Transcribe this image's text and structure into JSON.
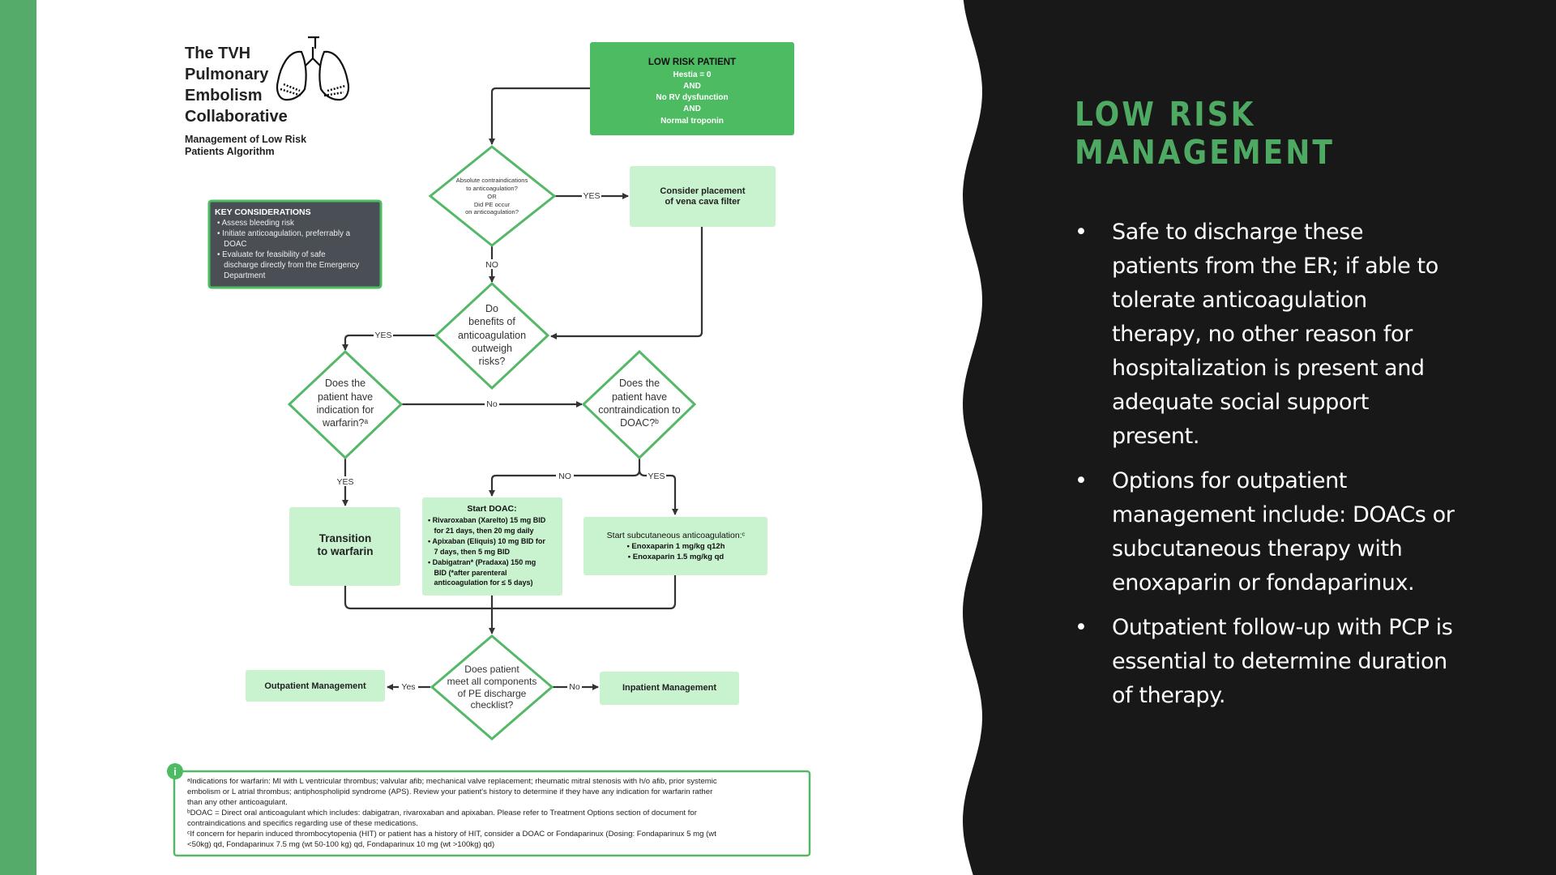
{
  "header": {
    "org_line1": "The TVH",
    "org_line2": "Pulmonary",
    "org_line3": "Embolism",
    "org_line4": "Collaborative",
    "subtitle_line1": "Management of Low Risk",
    "subtitle_line2": "Patients Algorithm"
  },
  "low_risk_box": {
    "title": "LOW RISK PATIENT",
    "line1": "Hestia = 0",
    "line2": "AND",
    "line3": "No RV dysfunction",
    "line4": "AND",
    "line5": "Normal troponin"
  },
  "key_considerations": {
    "title": "KEY CONSIDERATIONS",
    "lines": [
      "• Assess bleeding risk",
      "• Initiate anticoagulation, preferrably a",
      "   DOAC",
      "• Evaluate for feasibility of safe",
      "   discharge directly from the Emergency",
      "   Department"
    ]
  },
  "contraindication_diamond": {
    "lines": [
      "Absolute contraindications",
      "to anticoagulation?",
      "OR",
      "Did PE occur",
      "on anticoagulation?"
    ]
  },
  "vena_cava_box": {
    "line1": "Consider placement",
    "line2": "of vena cava filter"
  },
  "benefits_diamond": {
    "lines": [
      "Do",
      "benefits of",
      "anticoagulation",
      "outweigh",
      "risks?"
    ]
  },
  "warfarin_diamond": {
    "lines": [
      "Does the",
      "patient have",
      "indication for",
      "warfarin?ᵃ"
    ]
  },
  "doac_diamond": {
    "lines": [
      "Does the",
      "patient have",
      "contraindication to",
      "DOAC?ᵇ"
    ]
  },
  "transition_box": {
    "line1": "Transition",
    "line2": "to warfarin"
  },
  "start_doac_box": {
    "title": "Start DOAC:",
    "lines": [
      "• Rivaroxaban (Xarelto) 15 mg BID",
      "   for 21 days, then 20 mg daily",
      "• Apixaban (Eliquis) 10 mg BID for",
      "   7 days, then 5 mg BID",
      "• Dabigatran* (Pradaxa) 150 mg",
      "   BID (*after parenteral",
      "   anticoagulation for ≤ 5 days)"
    ]
  },
  "subcut_box": {
    "title": "Start subcutaneous anticoagulation:ᶜ",
    "line1": "• Enoxaparin 1 mg/kg q12h",
    "line2": "• Enoxaparin 1.5 mg/kg qd"
  },
  "discharge_diamond": {
    "lines": [
      "Does patient",
      "meet all components",
      "of PE discharge",
      "checklist?"
    ]
  },
  "outpatient_box": {
    "label": "Outpatient Management"
  },
  "inpatient_box": {
    "label": "Inpatient Management"
  },
  "edge_labels": {
    "yes": "YES",
    "no": "NO",
    "no_mixed": "No",
    "yes_mixed": "Yes"
  },
  "info_icon": "i",
  "footnotes": {
    "lines": [
      "ᵃIndications for warfarin: MI with L ventricular thrombus; valvular afib; mechanical valve replacement; rheumatic mitral stenosis with h/o afib, prior systemic",
      "embolism or L atrial thrombus;  antiphospholipid syndrome (APS). Review your patient's history to determine if they have any indication for warfarin rather",
      "than any other anticoagulant.",
      "ᵇDOAC = Direct oral anticoagulant which includes: dabigatran, rivaroxaban and apixaban. Please refer to Treatment Options section of document for",
      "contraindications and specifics regarding use of these medications.",
      "ᶜIf concern for heparin induced thrombocytopenia (HIT) or patient has a history of HIT, consider a DOAC or Fondaparinux (Dosing: Fondaparinux 5 mg (wt",
      "<50kg) qd, Fondaparinux 7.5 mg (wt 50-100 kg) qd, Fondaparinux 10 mg (wt >100kg) qd)"
    ]
  },
  "right": {
    "title": "LOW RISK MANAGEMENT",
    "bullet_symbol": "•",
    "bullets": [
      "Safe to discharge these patients from the ER; if able to tolerate anticoagulation therapy, no other reason for hospitalization is present and adequate social support present.",
      "Options for outpatient management include: DOACs or subcutaneous therapy with enoxaparin or fondaparinux.",
      "Outpatient follow-up with PCP is essential to determine duration of therapy."
    ]
  },
  "colors": {
    "accent_green": "#4eaa63",
    "box_green": "#4cbb61",
    "light_green": "#c9f2cf",
    "dark_panel": "#181818",
    "gray_box": "#4a4f55"
  },
  "icons": [
    "lungs-icon",
    "info-icon"
  ]
}
